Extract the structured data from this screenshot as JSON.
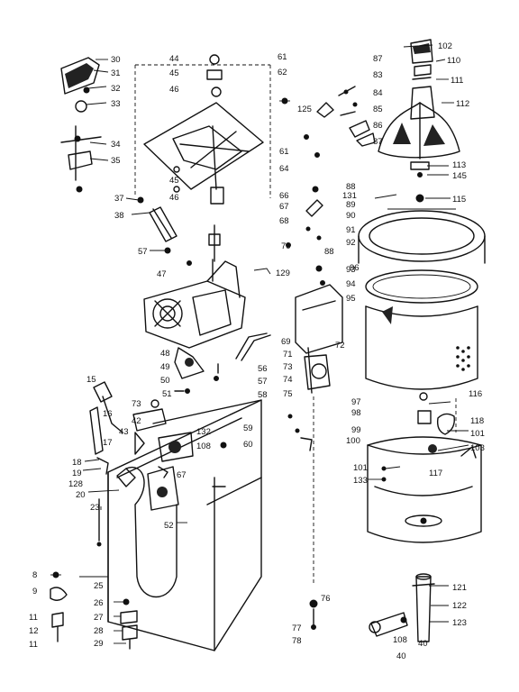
{
  "diagram": {
    "part_labels": [
      "30",
      "31",
      "32",
      "33",
      "34",
      "35",
      "37",
      "38",
      "57",
      "47",
      "44",
      "45",
      "46",
      "45",
      "46",
      "61",
      "62",
      "125",
      "61",
      "64",
      "66",
      "67",
      "68",
      "70",
      "88",
      "129",
      "87",
      "83",
      "84",
      "85",
      "86",
      "87",
      "102",
      "110",
      "111",
      "112",
      "113",
      "145",
      "115",
      "88",
      "131",
      "89",
      "90",
      "91",
      "92",
      "93",
      "94",
      "95",
      "69",
      "72",
      "48",
      "49",
      "50",
      "51",
      "56",
      "57",
      "58",
      "15",
      "16",
      "17",
      "73",
      "43",
      "42",
      "132",
      "108",
      "59",
      "60",
      "18",
      "19",
      "128",
      "20",
      "67",
      "52",
      "23",
      "71",
      "73",
      "74",
      "75",
      "97",
      "98",
      "99",
      "100",
      "116",
      "118",
      "101",
      "103",
      "101",
      "133",
      "117",
      "8",
      "9",
      "11",
      "12",
      "11",
      "25",
      "26",
      "27",
      "28",
      "29",
      "76",
      "77",
      "78",
      "121",
      "122",
      "123",
      "108",
      "40",
      "40",
      "96"
    ]
  }
}
